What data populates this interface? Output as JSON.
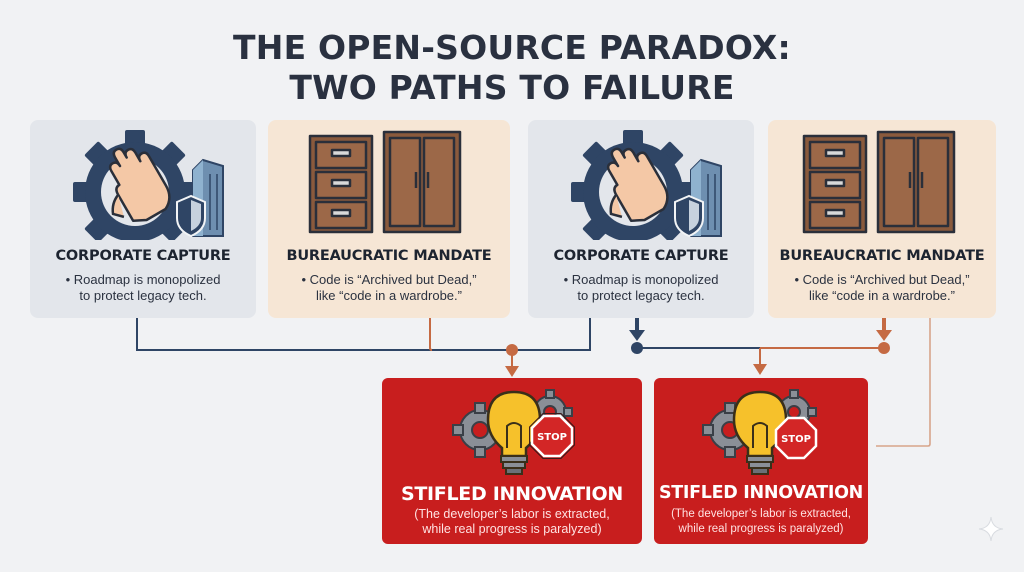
{
  "title": {
    "line1": "THE OPEN-SOURCE PARADOX:",
    "line2": "TWO PATHS TO FAILURE"
  },
  "cards": [
    {
      "heading": "CORPORATE CAPTURE",
      "line1": "• Roadmap is monopolized",
      "line2": "to protect legacy tech."
    },
    {
      "heading": "BUREAUCRATIC MANDATE",
      "line1": "• Code is “Archived but Dead,”",
      "line2": "like “code in a wardrobe.”"
    },
    {
      "heading": "CORPORATE CAPTURE",
      "line1": "• Roadmap is monopolized",
      "line2": "to protect legacy tech."
    },
    {
      "heading": "BUREAUCRATIC MANDATE",
      "line1": "• Code is “Archived but Dead,”",
      "line2": "like “code in a wardrobe.”"
    }
  ],
  "outcomes": [
    {
      "heading": "STIFLED INNOVATION",
      "line1": "(The developer’s labor is extracted,",
      "line2": "while real progress is paralyzed)",
      "sign": "STOP"
    },
    {
      "heading": "STIFLED INNOVATION",
      "line1": "(The developer’s labor is extracted,",
      "line2": "while real progress is paralyzed)",
      "sign": "STOP"
    }
  ],
  "colors": {
    "blue_card": "#e3e6eb",
    "beige_card": "#f6e6d5",
    "red_box": "#c81e1e",
    "navy": "#2f4565",
    "orange_line": "#c56a43"
  },
  "icons": [
    "gear-hand-icon",
    "building-shield-icon",
    "filing-cabinet-icon",
    "wardrobe-icon",
    "lightbulb-gears-icon",
    "stop-sign-icon",
    "sparkle-icon"
  ]
}
